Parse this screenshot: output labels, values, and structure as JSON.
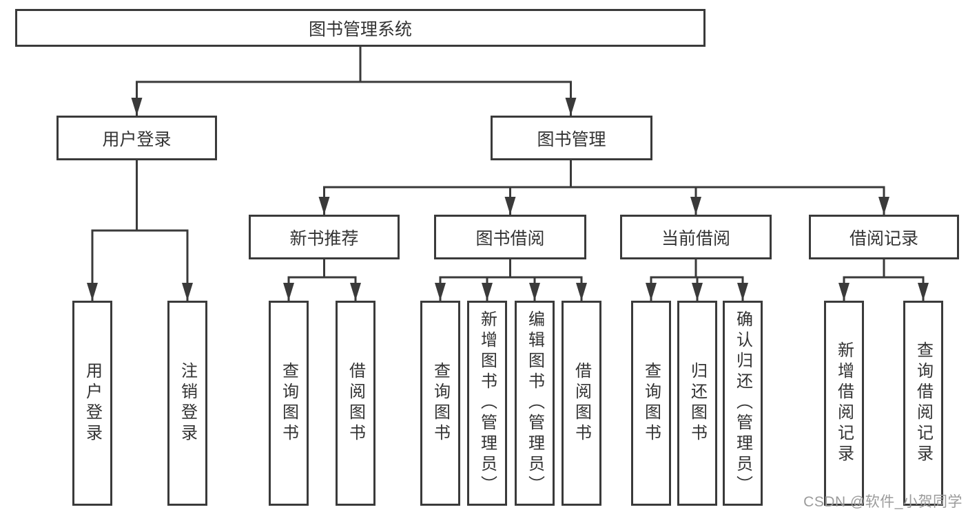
{
  "colors": {
    "line": "#3a3a3a",
    "text": "#333333",
    "watermark": "#9b9b9b",
    "background": "#ffffff"
  },
  "watermark": {
    "text": "CSDN @软件_小贺同学"
  },
  "tree": {
    "root": {
      "label": "图书管理系统"
    },
    "user_branch": {
      "label": "用户登录",
      "children": [
        "用户登录",
        "注销登录"
      ]
    },
    "book_branch": {
      "label": "图书管理",
      "groups": [
        {
          "label": "新书推荐",
          "children": [
            "查询图书",
            "借阅图书"
          ]
        },
        {
          "label": "图书借阅",
          "children": [
            "查询图书",
            "新增图书（管理员）",
            "编辑图书（管理员）",
            "借阅图书"
          ]
        },
        {
          "label": "当前借阅",
          "children": [
            "查询图书",
            "归还图书",
            "确认归还（管理员）"
          ]
        },
        {
          "label": "借阅记录",
          "children": [
            "新增借阅记录",
            "查询借阅记录"
          ]
        }
      ]
    }
  }
}
